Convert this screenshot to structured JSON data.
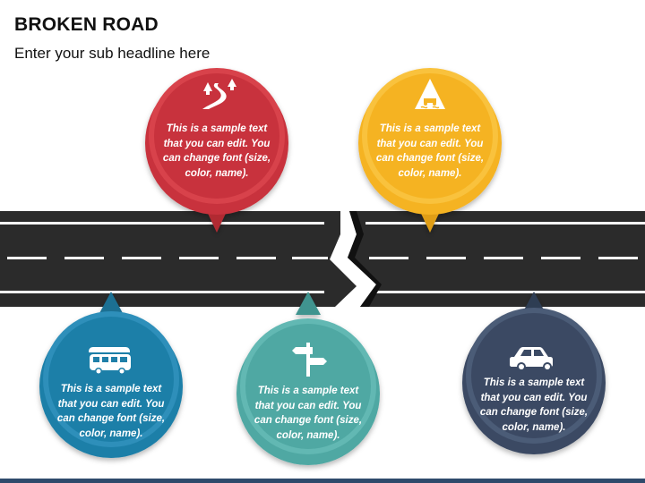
{
  "header": {
    "title": "BROKEN ROAD",
    "subtitle": "Enter your sub headline here"
  },
  "callouts": [
    {
      "id": "red",
      "icon": "winding-road-trees-icon",
      "color": "#c8323c",
      "text": "This is a sample text that you can edit. You can change font (size, color, name)."
    },
    {
      "id": "yellow",
      "icon": "slippery-road-sign-icon",
      "color": "#f5b323",
      "text": "This is a sample text that you can edit. You can change font (size, color, name)."
    },
    {
      "id": "blue",
      "icon": "camper-van-icon",
      "color": "#1f7fa8",
      "text": "This is a sample text that you can edit. You can change font (size, color, name)."
    },
    {
      "id": "teal",
      "icon": "signpost-icon",
      "color": "#4fa8a3",
      "text": "This is a sample text that you can edit. You can change font (size, color, name)."
    },
    {
      "id": "navy",
      "icon": "car-icon",
      "color": "#3b4a64",
      "text": "This is a sample text that you can edit. You can change font (size, color, name)."
    }
  ],
  "colors": {
    "road": "#2b2b2b",
    "lane_marking": "#ffffff",
    "bottom_bar": "#2e4a6b"
  }
}
